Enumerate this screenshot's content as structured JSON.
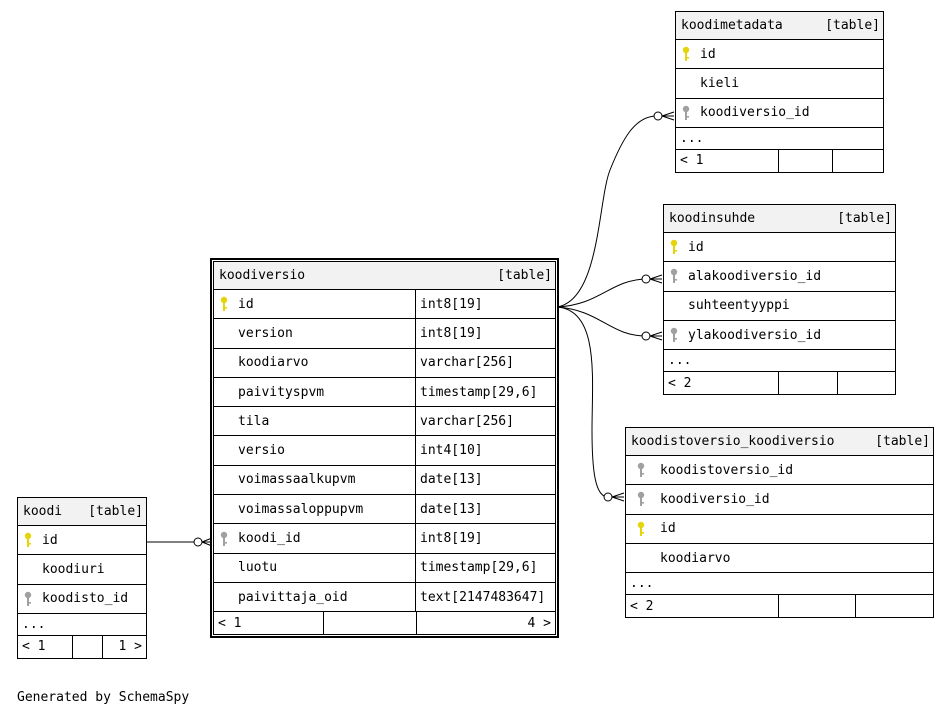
{
  "colors": {
    "primary_key": "#e6d40a",
    "foreign_key": "#a0a0a0",
    "header_bg": "#f2f2f2"
  },
  "tables": {
    "koodimetadata": {
      "name": "koodimetadata",
      "tag": "[table]",
      "columns": [
        {
          "name": "id",
          "key": "primary-key-icon"
        },
        {
          "name": "kieli",
          "key": ""
        },
        {
          "name": "koodiversio_id",
          "key": "foreign-key-icon"
        }
      ],
      "more": "...",
      "footer": [
        "< 1",
        "",
        ""
      ]
    },
    "koodinsuhde": {
      "name": "koodinsuhde",
      "tag": "[table]",
      "columns": [
        {
          "name": "id",
          "key": "primary-key-icon"
        },
        {
          "name": "alakoodiversio_id",
          "key": "foreign-key-icon"
        },
        {
          "name": "suhteentyyppi",
          "key": ""
        },
        {
          "name": "ylakoodiversio_id",
          "key": "foreign-key-icon"
        }
      ],
      "more": "...",
      "footer": [
        "< 2",
        "",
        ""
      ]
    },
    "koodiversio": {
      "name": "koodiversio",
      "tag": "[table]",
      "columns": [
        {
          "name": "id",
          "type": "int8[19]",
          "key": "primary-key-icon"
        },
        {
          "name": "version",
          "type": "int8[19]",
          "key": ""
        },
        {
          "name": "koodiarvo",
          "type": "varchar[256]",
          "key": ""
        },
        {
          "name": "paivityspvm",
          "type": "timestamp[29,6]",
          "key": ""
        },
        {
          "name": "tila",
          "type": "varchar[256]",
          "key": ""
        },
        {
          "name": "versio",
          "type": "int4[10]",
          "key": ""
        },
        {
          "name": "voimassaalkupvm",
          "type": "date[13]",
          "key": ""
        },
        {
          "name": "voimassaloppupvm",
          "type": "date[13]",
          "key": ""
        },
        {
          "name": "koodi_id",
          "type": "int8[19]",
          "key": "foreign-key-icon"
        },
        {
          "name": "luotu",
          "type": "timestamp[29,6]",
          "key": ""
        },
        {
          "name": "paivittaja_oid",
          "type": "text[2147483647]",
          "key": ""
        }
      ],
      "footer": [
        "< 1",
        "",
        "4 >"
      ]
    },
    "koodistoversio_koodiversio": {
      "name": "koodistoversio_koodiversio",
      "tag": "[table]",
      "columns": [
        {
          "name": "koodistoversio_id",
          "key": "foreign-key-icon"
        },
        {
          "name": "koodiversio_id",
          "key": "foreign-key-icon"
        },
        {
          "name": "id",
          "key": "primary-key-icon"
        },
        {
          "name": "koodiarvo",
          "key": ""
        }
      ],
      "more": "...",
      "footer": [
        "< 2",
        "",
        ""
      ]
    },
    "koodi": {
      "name": "koodi",
      "tag": "[table]",
      "columns": [
        {
          "name": "id",
          "key": "primary-key-icon"
        },
        {
          "name": "koodiuri",
          "key": ""
        },
        {
          "name": "koodisto_id",
          "key": "foreign-key-icon"
        }
      ],
      "more": "...",
      "footer": [
        "< 1",
        "",
        "1 >"
      ]
    }
  },
  "footer_text": "Generated by SchemaSpy"
}
